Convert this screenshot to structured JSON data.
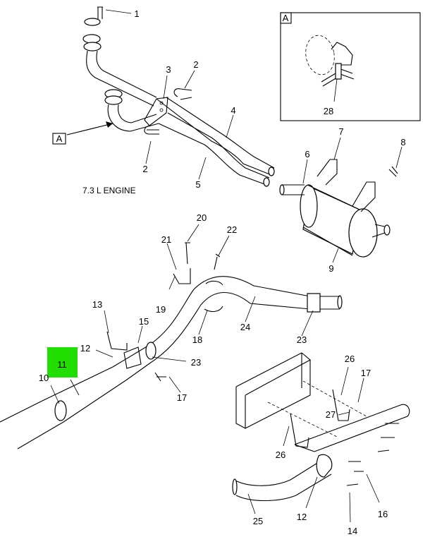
{
  "caption": "7.3 L ENGINE",
  "view_label": "A",
  "detail_label": "A",
  "highlight_color": "#22dd00",
  "callouts": {
    "c1": "1",
    "c2a": "2",
    "c2b": "2",
    "c3": "3",
    "c4": "4",
    "c5": "5",
    "c6": "6",
    "c7": "7",
    "c8": "8",
    "c9": "9",
    "c10": "10",
    "c11": "11",
    "c12a": "12",
    "c12b": "12",
    "c13": "13",
    "c14": "14",
    "c15": "15",
    "c16": "16",
    "c17a": "17",
    "c17b": "17",
    "c18": "18",
    "c19": "19",
    "c20": "20",
    "c21": "21",
    "c22": "22",
    "c23a": "23",
    "c23b": "23",
    "c24": "24",
    "c25": "25",
    "c26a": "26",
    "c26b": "26",
    "c27": "27",
    "c28": "28"
  }
}
